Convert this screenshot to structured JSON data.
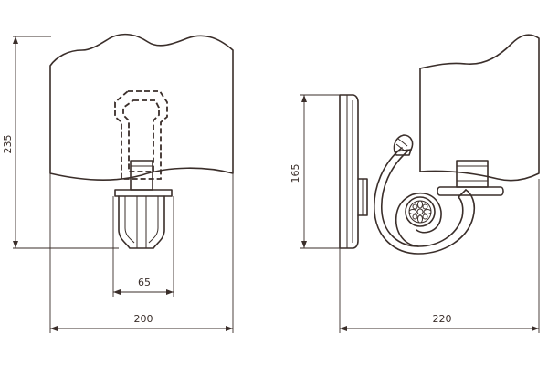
{
  "drawing": {
    "front_view": {
      "height_label": "235",
      "width_label": "200",
      "candle_width_label": "65"
    },
    "side_view": {
      "height_label": "165",
      "depth_label": "220"
    }
  }
}
